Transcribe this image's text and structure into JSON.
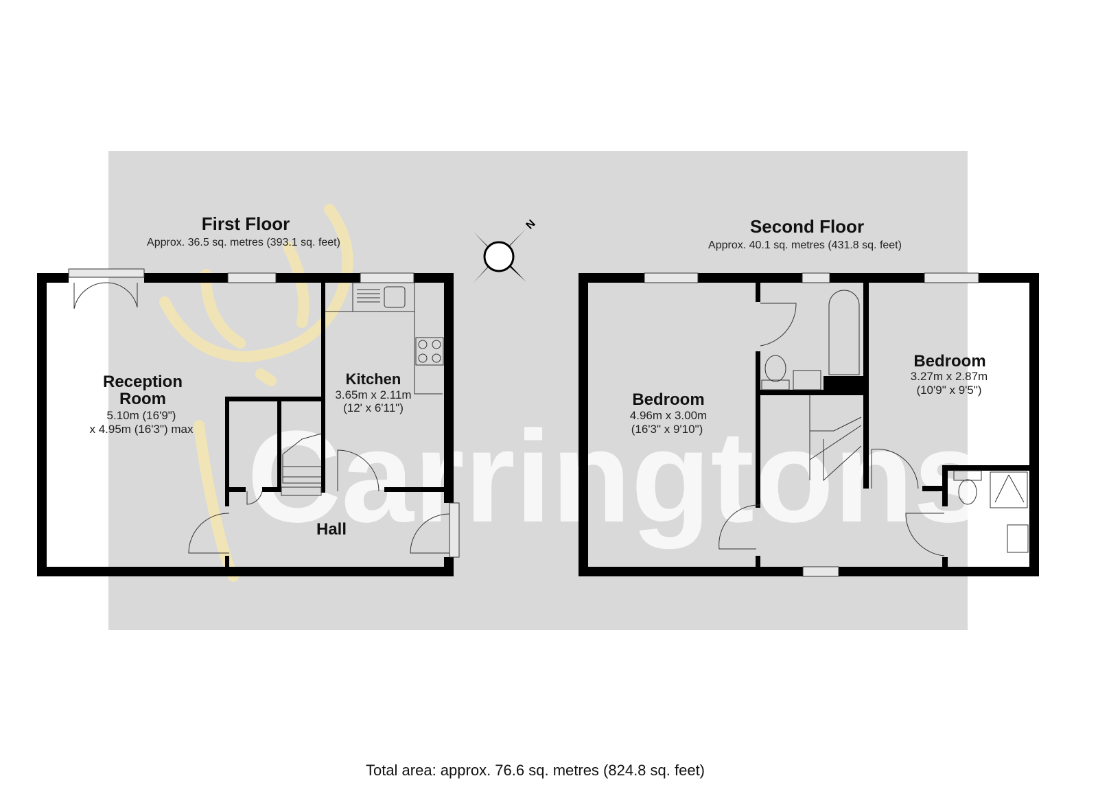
{
  "watermark": {
    "brand": "Carringtons"
  },
  "compass": {
    "label": "N"
  },
  "first_floor": {
    "title": "First Floor",
    "area": "Approx. 36.5 sq. metres (393.1 sq. feet)",
    "rooms": [
      {
        "name": "Reception",
        "name2": "Room",
        "dim1": "5.10m (16'9\")",
        "dim2": "x 4.95m (16'3\") max"
      },
      {
        "name": "Kitchen",
        "dim1": "3.65m x 2.11m",
        "dim2": "(12' x 6'11\")"
      },
      {
        "name": "Hall"
      }
    ]
  },
  "second_floor": {
    "title": "Second Floor",
    "area": "Approx. 40.1 sq. metres (431.8 sq. feet)",
    "rooms": [
      {
        "name": "Bedroom",
        "dim1": "4.96m x 3.00m",
        "dim2": "(16'3\" x 9'10\")"
      },
      {
        "name": "Bedroom",
        "dim1": "3.27m x 2.87m",
        "dim2": "(10'9\" x 9'5\")"
      }
    ]
  },
  "total_area": "Total area: approx. 76.6 sq. metres (824.8 sq. feet)"
}
